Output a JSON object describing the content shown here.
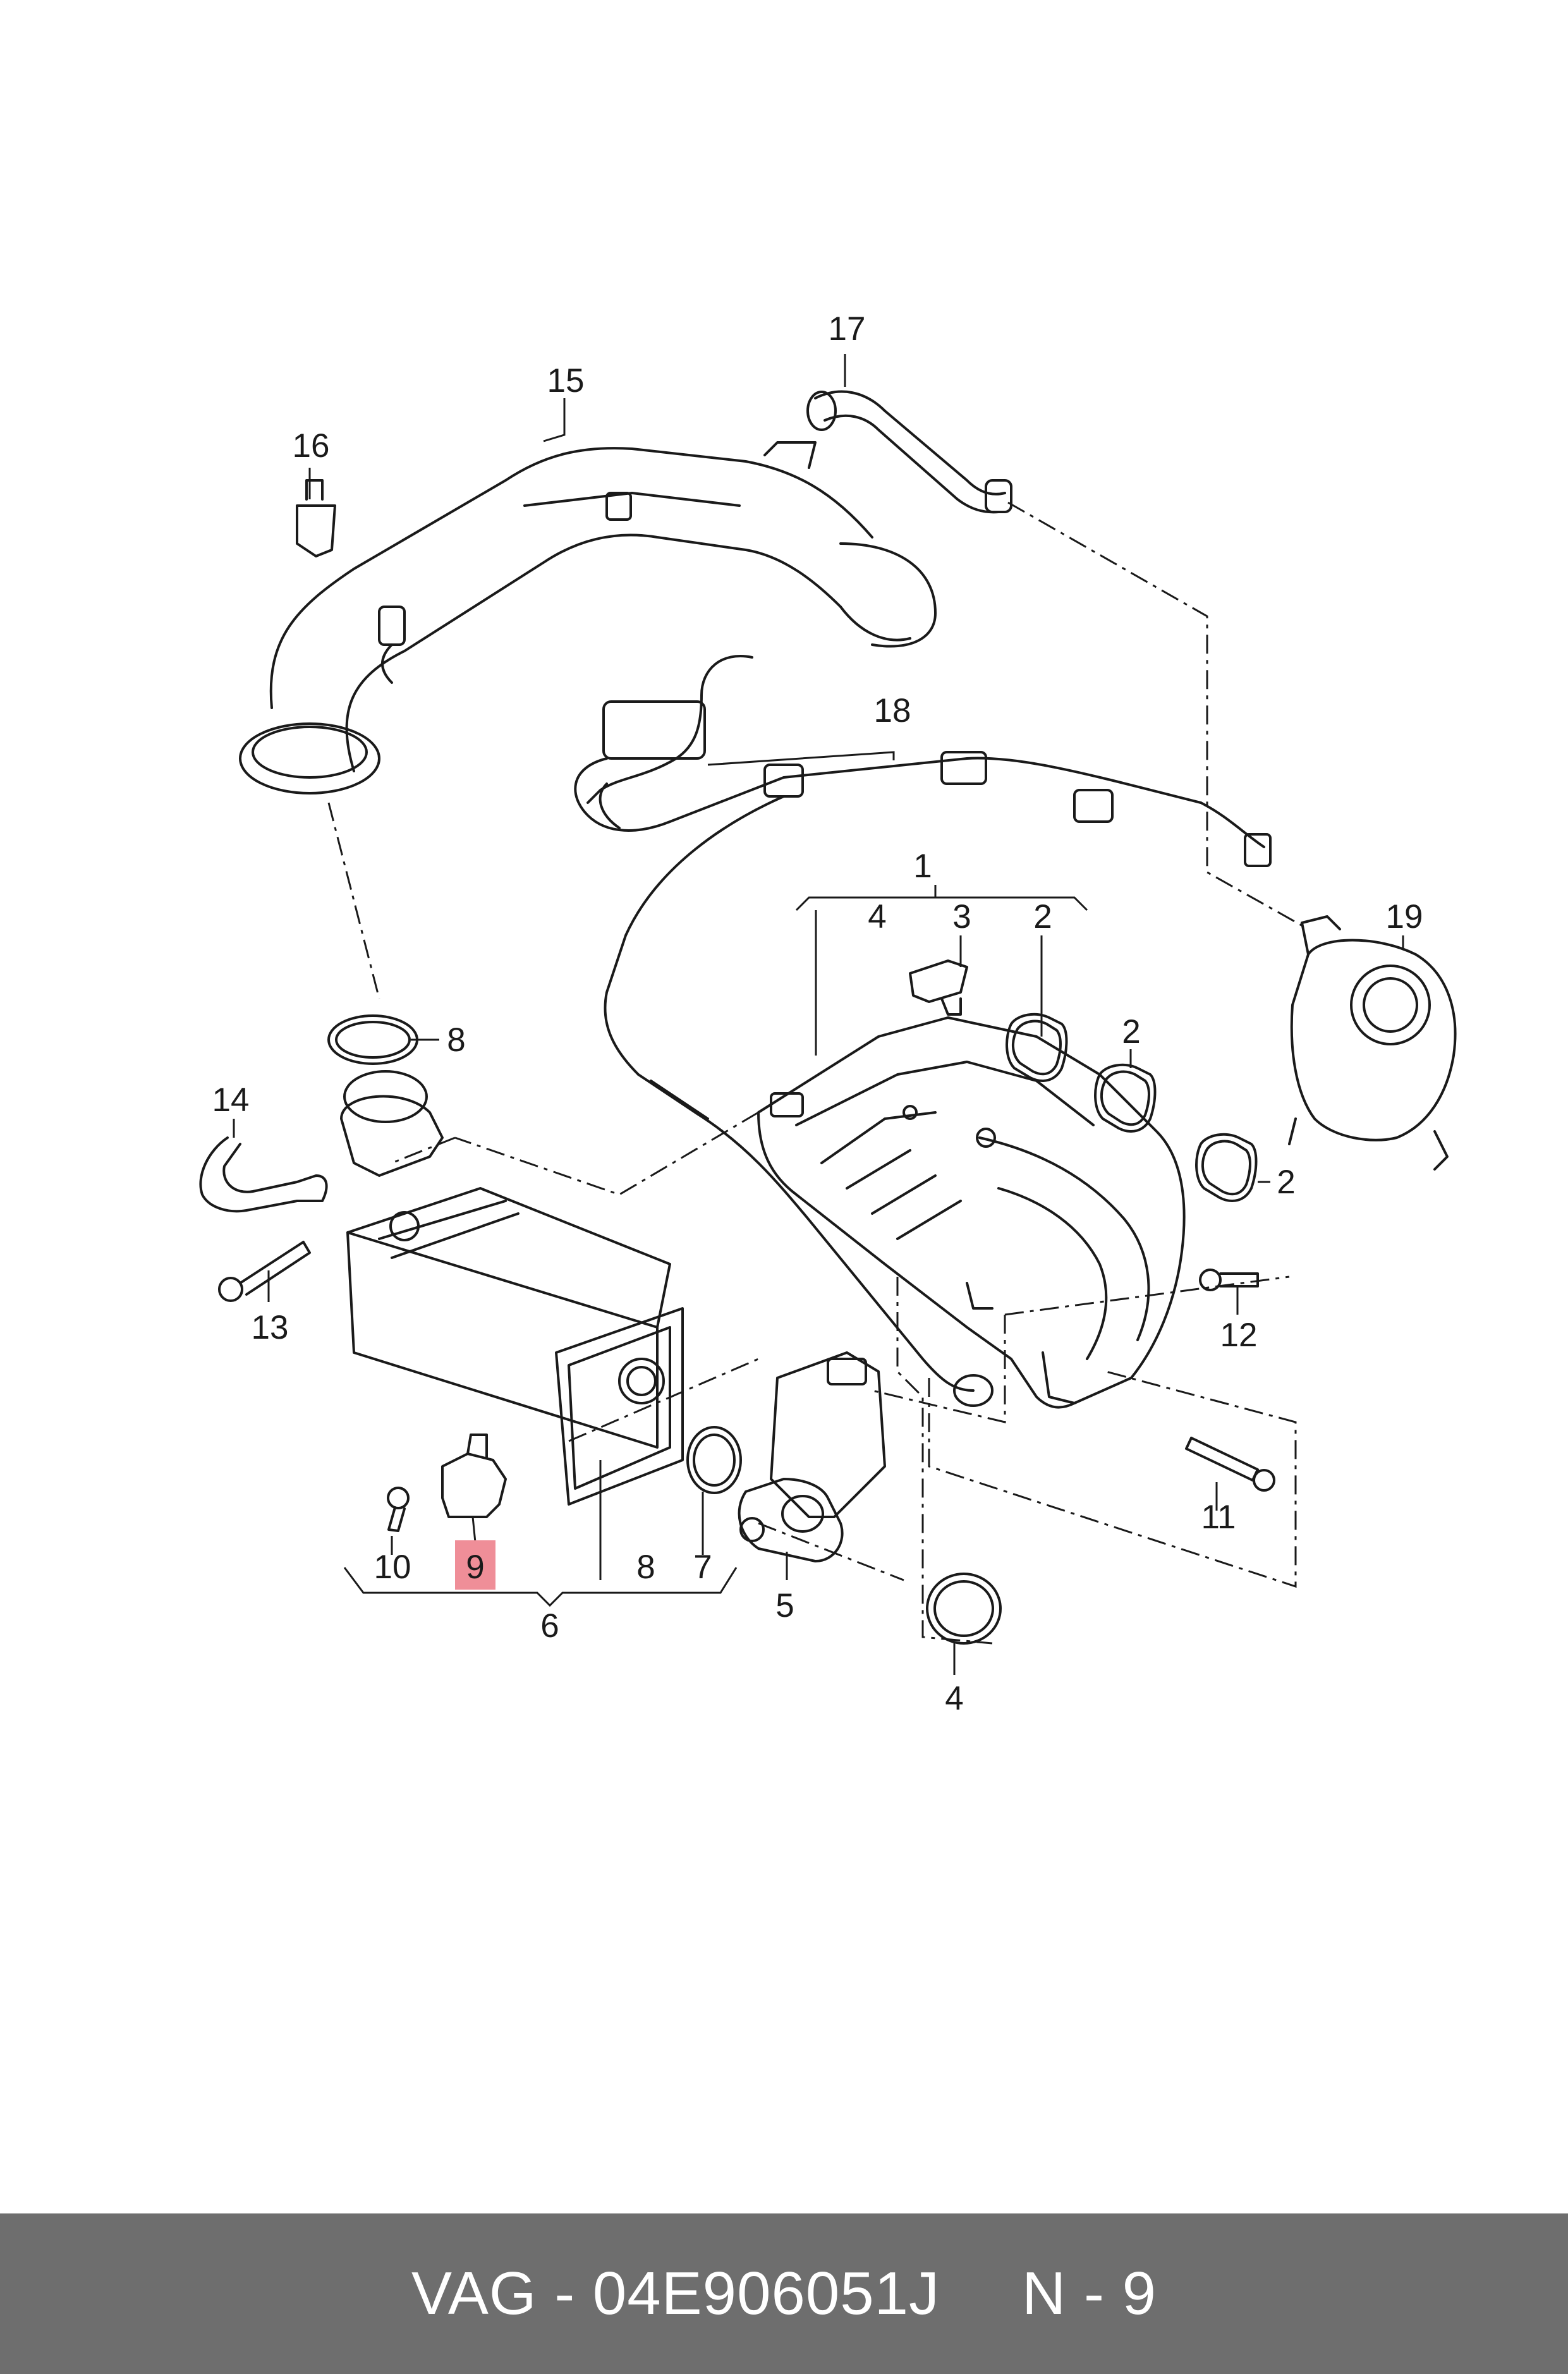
{
  "colors": {
    "line": "#1a1a1a",
    "highlight": "#ef8e98",
    "footer_bg": "#6e6e6e",
    "footer_text": "#ffffff"
  },
  "callouts": {
    "n1": "1",
    "n2a": "2",
    "n2b": "2",
    "n2c": "2",
    "n3": "3",
    "n4a": "4",
    "n4b": "4",
    "n5": "5",
    "n6": "6",
    "n7": "7",
    "n8a": "8",
    "n8b": "8",
    "n9": "9",
    "n10": "10",
    "n11": "11",
    "n12": "12",
    "n13": "13",
    "n14": "14",
    "n15": "15",
    "n16": "16",
    "n17": "17",
    "n18": "18",
    "n19": "19"
  },
  "highlighted_part": "9",
  "footer": {
    "part_number": "VAG - 04E906051J",
    "position": "N - 9"
  }
}
